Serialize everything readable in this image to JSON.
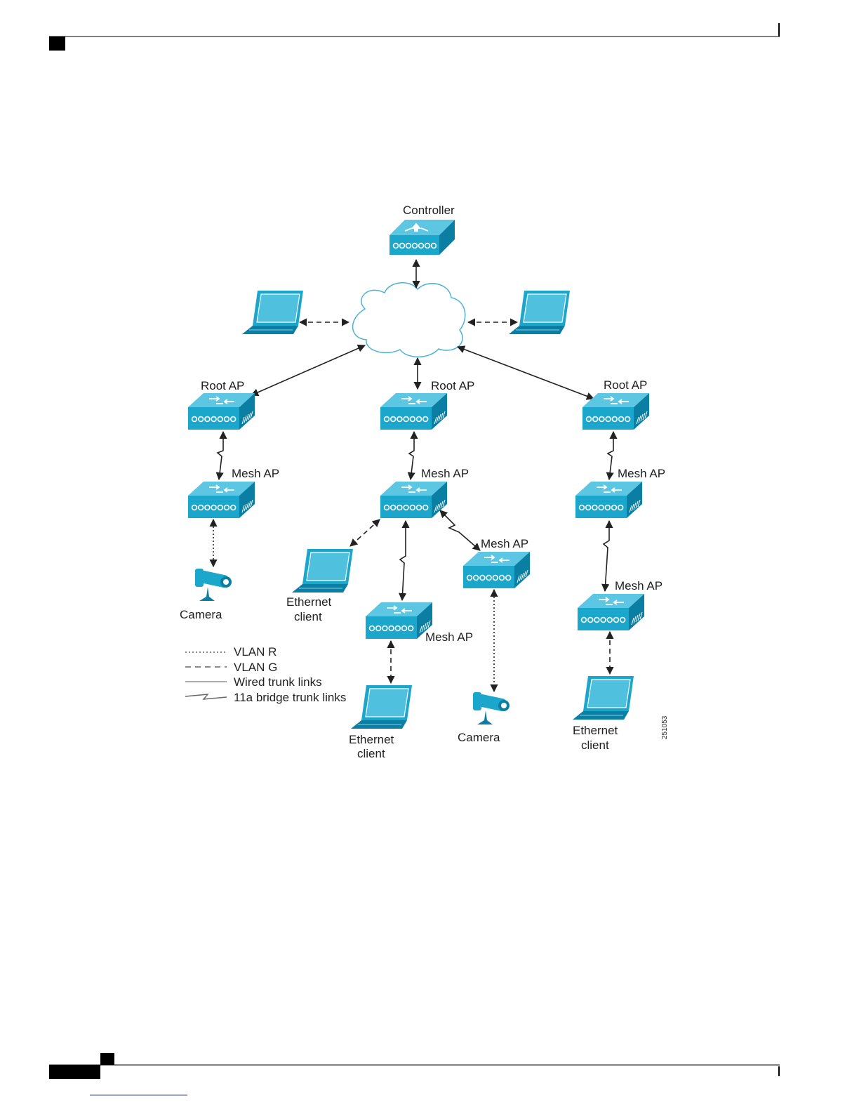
{
  "figure": {
    "figure_id": "251053",
    "labels": {
      "controller": "Controller",
      "root_ap_left": "Root AP",
      "root_ap_center": "Root AP",
      "root_ap_right": "Root AP",
      "mesh_ap_left": "Mesh AP",
      "mesh_ap_center": "Mesh AP",
      "mesh_ap_right": "Mesh AP",
      "mesh_ap_center_right": "Mesh AP",
      "mesh_ap_center_bottom": "Mesh AP",
      "mesh_ap_right_bottom": "Mesh AP",
      "camera_left": "Camera",
      "camera_center": "Camera",
      "ethernet_client_center_1": "Ethernet",
      "ethernet_client_center_2": "client",
      "ethernet_client_bottom_1": "Ethernet",
      "ethernet_client_bottom_2": "client",
      "ethernet_client_right_1": "Ethernet",
      "ethernet_client_right_2": "client"
    },
    "legend": [
      {
        "style": "dotted",
        "label": "VLAN R"
      },
      {
        "style": "dashed",
        "label": "VLAN G"
      },
      {
        "style": "solid",
        "label": "Wired trunk links"
      },
      {
        "style": "zigzag",
        "label": "11a bridge trunk links"
      }
    ],
    "colors": {
      "device": "#1ba6cc",
      "device_dark": "#0b7fa3",
      "cloud_stroke": "#4bb3d1",
      "link": "#222222"
    }
  }
}
